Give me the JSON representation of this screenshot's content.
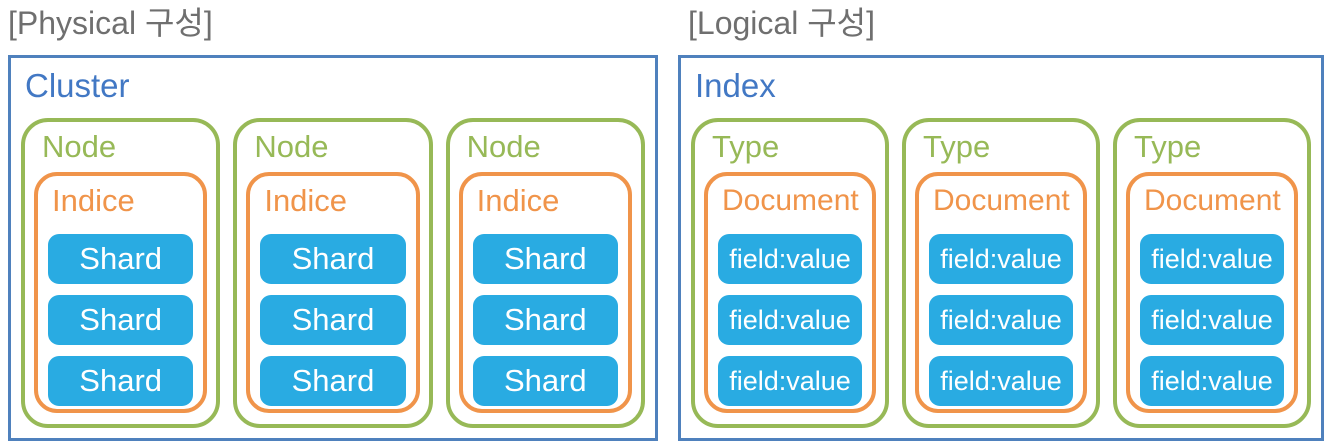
{
  "colors": {
    "title_gray": "#6F6F6F",
    "outer_border_blue": "#4F81BD",
    "container_label_blue": "#4278C4",
    "group_green": "#97B957",
    "inner_orange": "#F0944A",
    "item_blue_fill": "#29ABE2",
    "item_text": "#FFFFFF"
  },
  "panels": [
    {
      "title": "[Physical 구성]",
      "container_label": "Cluster",
      "groups": [
        {
          "label": "Node",
          "inner_label": "Indice",
          "items": [
            "Shard",
            "Shard",
            "Shard"
          ]
        },
        {
          "label": "Node",
          "inner_label": "Indice",
          "items": [
            "Shard",
            "Shard",
            "Shard"
          ]
        },
        {
          "label": "Node",
          "inner_label": "Indice",
          "items": [
            "Shard",
            "Shard",
            "Shard"
          ]
        }
      ]
    },
    {
      "title": "[Logical 구성]",
      "container_label": "Index",
      "groups": [
        {
          "label": "Type",
          "inner_label": "Document",
          "items": [
            "field:value",
            "field:value",
            "field:value"
          ]
        },
        {
          "label": "Type",
          "inner_label": "Document",
          "items": [
            "field:value",
            "field:value",
            "field:value"
          ]
        },
        {
          "label": "Type",
          "inner_label": "Document",
          "items": [
            "field:value",
            "field:value",
            "field:value"
          ]
        }
      ]
    }
  ]
}
